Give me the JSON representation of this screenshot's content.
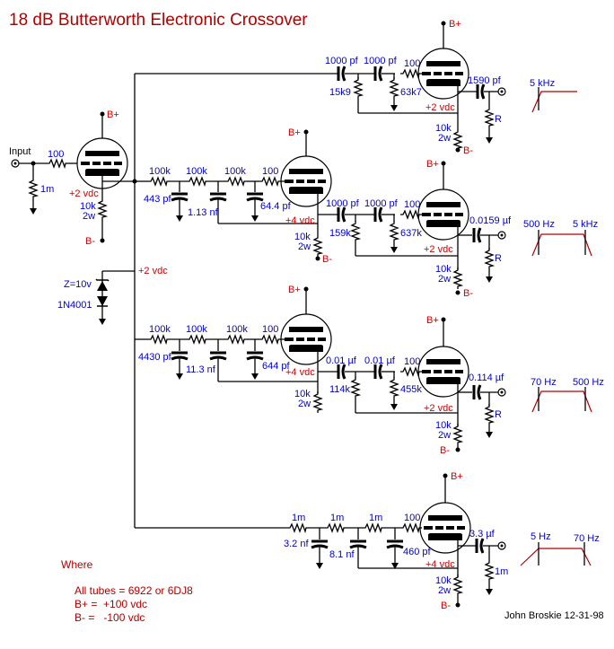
{
  "title": "18 dB Butterworth Electronic Crossover",
  "input_label": "Input",
  "input_stage": {
    "grid_resistor": "100",
    "grid_leak": "1m",
    "cathode_voltage": "+2 vdc",
    "cathode_resistor": [
      "10k",
      "2w"
    ],
    "supply_top": "B+",
    "supply_bottom": "B-"
  },
  "zener": {
    "zener_label": "Z=10v",
    "diode_label": "1N4001",
    "node_voltage": "+2 vdc"
  },
  "channels": [
    {
      "name": "high",
      "filter_type": "highpass",
      "caps": [
        "1000 pf",
        "1000 pf"
      ],
      "shunt_resistors": [
        "15k9",
        "63k7"
      ],
      "grid_resistor": "100",
      "cathode_voltage": "+2 vdc",
      "cathode_resistor": [
        "10k",
        "2w"
      ],
      "output_cap": "1590 pf",
      "load": "R",
      "supply_top": "B+",
      "supply_bottom": "B-",
      "response": {
        "labels": [
          "5 kHz"
        ]
      }
    },
    {
      "name": "mid-high-lowpass",
      "filter_type": "lowpass",
      "series_resistors": [
        "100k",
        "100k",
        "100k",
        "100"
      ],
      "caps": [
        "443 pf",
        "1.13 nf",
        "64.4 pf"
      ],
      "cathode_voltage": "+4 vdc",
      "cathode_resistor": [
        "10k",
        "2w"
      ],
      "supply_top": "B+",
      "supply_bottom": "B-"
    },
    {
      "name": "mid-high",
      "filter_type": "highpass",
      "caps": [
        "1000 pf",
        "1000 pf"
      ],
      "shunt_resistors": [
        "159k",
        "637k"
      ],
      "grid_resistor": "100",
      "cathode_voltage": "+2 vdc",
      "cathode_resistor": [
        "10k",
        "2w"
      ],
      "output_cap": "0.0159 µf",
      "load": "R",
      "supply_top": "B+",
      "supply_bottom": "B-",
      "response": {
        "labels": [
          "500 Hz",
          "5 kHz"
        ]
      }
    },
    {
      "name": "mid-low-lowpass",
      "filter_type": "lowpass",
      "series_resistors": [
        "100k",
        "100k",
        "100k",
        "100"
      ],
      "caps": [
        "4430 pf",
        "11.3 nf",
        "644 pf"
      ],
      "cathode_voltage": "+4 vdc",
      "cathode_resistor": [
        "10k",
        "2w"
      ],
      "supply_top": "B+",
      "supply_bottom": "B-"
    },
    {
      "name": "mid-low",
      "filter_type": "highpass",
      "caps": [
        "0.01 µf",
        "0.01 µf"
      ],
      "shunt_resistors": [
        "114k",
        "455k"
      ],
      "grid_resistor": "100",
      "cathode_voltage": "+2 vdc",
      "cathode_resistor": [
        "10k",
        "2w"
      ],
      "output_cap": "0.114 µf",
      "load": "R",
      "supply_top": "B+",
      "supply_bottom": "B-",
      "response": {
        "labels": [
          "70 Hz",
          "500 Hz"
        ]
      }
    },
    {
      "name": "low",
      "filter_type": "lowpass",
      "series_resistors": [
        "1m",
        "1m",
        "1m",
        "100"
      ],
      "caps": [
        "3.2 nf",
        "8.1 nf",
        "460 pf"
      ],
      "cathode_voltage": "+4 vdc",
      "cathode_resistor": [
        "10k",
        "2w"
      ],
      "output_cap": "3.3 µf",
      "load": "1m",
      "supply_top": "B+",
      "supply_bottom": "B-",
      "response": {
        "labels": [
          "5 Hz",
          "70 Hz"
        ]
      }
    }
  ],
  "notes": {
    "heading": "Where",
    "lines": [
      "All tubes = 6922 or 6DJ8",
      "B+ =  +100 vdc",
      "B- =   -100 vdc"
    ]
  },
  "credit": "John Broskie 12-31-98"
}
